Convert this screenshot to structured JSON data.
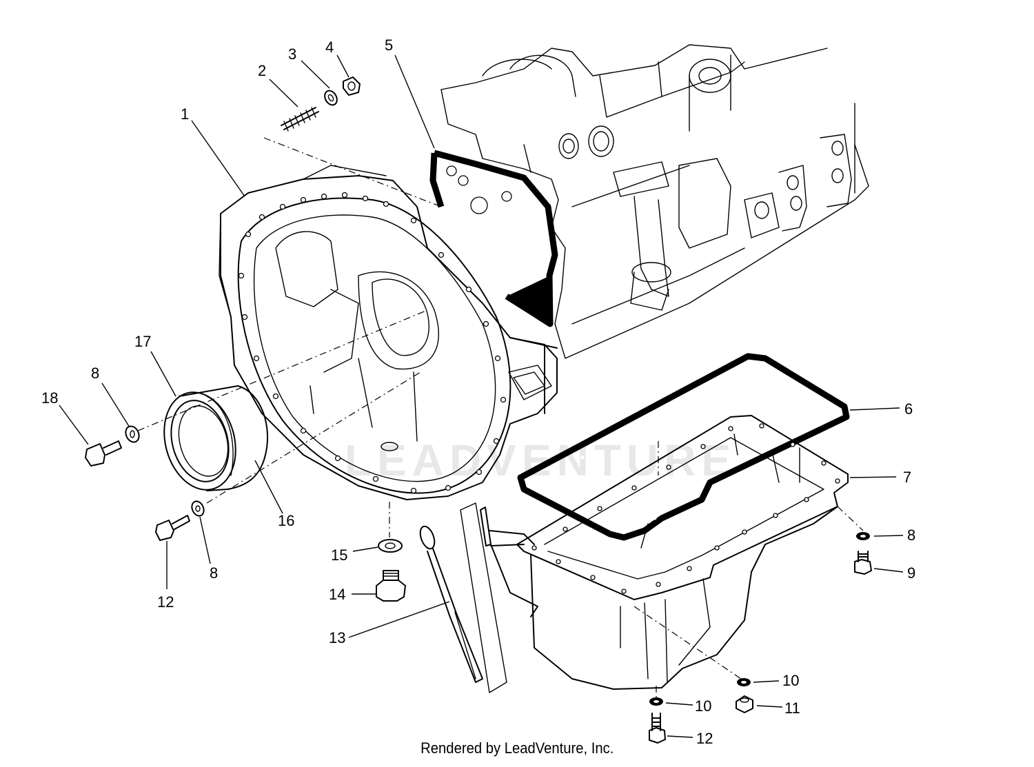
{
  "watermark": "LEADVENTURE",
  "footer": "Rendered by LeadVenture, Inc.",
  "callouts": [
    "1",
    "2",
    "3",
    "4",
    "5",
    "6",
    "7",
    "8",
    "8",
    "8",
    "9",
    "10",
    "10",
    "11",
    "12",
    "12",
    "13",
    "14",
    "15",
    "16",
    "17",
    "18"
  ]
}
